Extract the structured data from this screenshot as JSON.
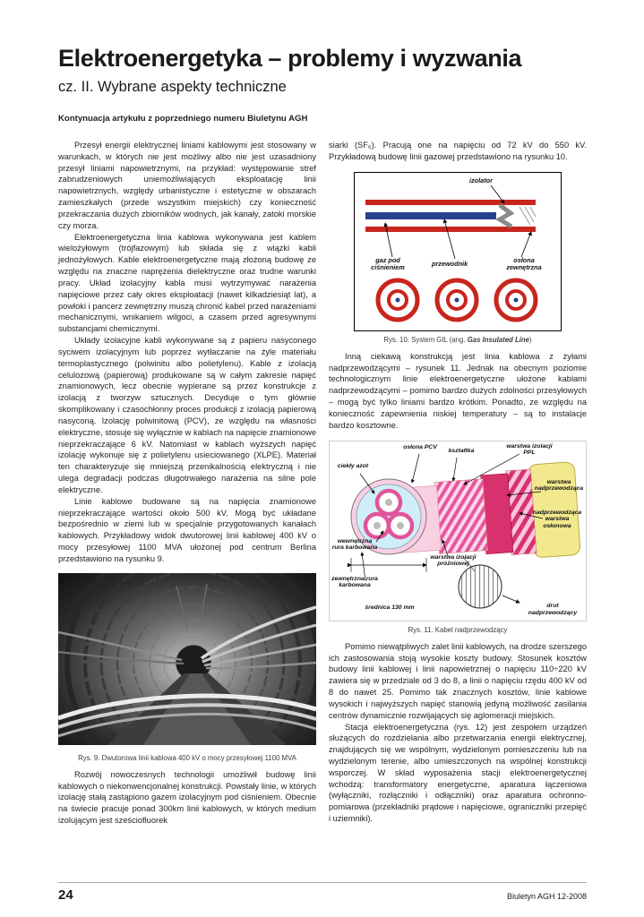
{
  "header": {
    "title": "Elektroenergetyka – problemy i wyzwania",
    "subtitle": "cz. II. Wybrane aspekty techniczne",
    "lead": "Kontynuacja artykułu z poprzedniego numeru Biuletynu AGH"
  },
  "left": {
    "para1": "Przesył energii elektrycznej liniami kablowymi jest stosowany w warunkach, w których nie jest możliwy albo nie jest uzasadniony przesył liniami napowietrznymi, na przykład: występowanie stref zabrudzeniowych uniemożliwiających eksploatację linii napowietrznych, względy urbanistyczne i estetyczne w obszarach zamieszkałych (przede wszystkim miejskich) czy konieczność przekraczania dużych zbiorników wodnych, jak kanały, zatoki morskie czy morza.",
    "para2": "Elektroenergetyczna linia kablowa wykonywana jest kablem wielożyłowym (trójfazowym) lub składa się z wiązki kabli jednożyłowych. Kable elektroenergetyczne mają złożoną budowę ze względu na znaczne naprężenia dielektryczne oraz trudne warunki pracy. Układ izolacyjny kabla musi wytrzymywać narażenia napięciowe przez cały okres eksploatacji (nawet kilkadziesiąt lat), a powłoki i pancerz zewnętrzny muszą chronić kabel przed narażeniami mechanicznymi, wnikaniem wilgoci, a czasem przed agresywnymi substancjami chemicznymi.",
    "para3": "Układy izolacyjne kabli wykonywane są z papieru nasyconego syciwem izolacyjnym lub poprzez wytłaczanie na żyle materiału termoplastycznego (polwinitu albo polietylenu). Kable z izolacją celulozową (papierową) produkowane są w całym zakresie napięć znamionowych, lecz obecnie wypierane są przez konstrukcje z izolacją z tworzyw sztucznych. Decyduje o tym głównie skomplikowany i czasochłonny proces produkcji z izolacją papierową nasyconą. Izolację polwinitową (PCV), ze względu na własności elektryczne, stosuje się wyłącznie w kablach na napięcie znamionowe nieprzekraczające 6 kV. Natomiast w kablach wyższych napięć izolację wykonuje się z polietylenu usieciowanego (XLPE). Materiał ten charakteryzuje się mniejszą przenikalnością elektryczną i nie ulega degradacji podczas długotrwałego narażenia na silne pole elektryczne.",
    "para4": "Linie kablowe budowane są na napięcia znamionowe nieprzekraczające wartości około 500 kV. Mogą być układane bezpośrednio w ziemi lub w specjalnie przygotowanych kanałach kablowych. Przykładowy widok dwutorowej linii kablowej 400 kV o mocy przesyłowej 1100 MVA ułożonej pod centrum Berlina przedstawiono na rysunku 9.",
    "fig9_caption": "Rys. 9. Dwutorowa linii kablowa 400 kV o mocy przesyłowej 1100 MVA",
    "para5": "Rozwój nowoczesnych technologii umożliwił budowę linii kablowych o niekonwencjonalnej konstrukcji. Powstały linie, w których izolację stałą zastąpiono gazem izolacyjnym pod ciśnieniem. Obecnie na świecie pracuje ponad 300km linii kablowych, w których medium izolującym jest sześciofluorek"
  },
  "right": {
    "para1": "siarki (SF₆). Pracują one na napięciu od 72 kV do 550 kV. Przykładową budowę linii gazowej przedstawiono na rysunku 10.",
    "fig10": {
      "label_izolator": "izolator",
      "label_gaz": "gaz pod ciśnieniem",
      "label_przewodnik": "przewodnik",
      "label_oslona": "osłona zewnętrzna",
      "caption_pre": "Rys. 10. System GIL (ang. ",
      "caption_em": "Gas Insulated Line",
      "caption_post": ")",
      "colors": {
        "enclosure_red": "#c8251d",
        "conductor_blue": "#27418f"
      }
    },
    "para2": "Inną ciekawą konstrukcją jest linia kablowa z żyłami nadprzewodzącymi – rysunek 11. Jednak na obecnym poziomie technologicznym linie elektroenergetyczne ułożone kablami nadprzewodzącymi – pomimo bardzo dużych zdolności przesyłowych – mogą być tylko liniami bardzo krótkim. Ponadto, ze względu na konieczność zapewnienia niskiej temperatury – są to instalacje bardzo kosztowne.",
    "fig11": {
      "labels": {
        "ciekly_azot": "ciekły azot",
        "oslona_pcv": "osłona PCV",
        "ksztaltka": "kształtka",
        "warstwa_ppl": "warstwa izolacji PPL",
        "warstwa_nadprzewodzaca": "warstwa nadprzewodząca",
        "nadprz_oslonowa": "nadprzewodząca warstwa osłonowa",
        "wewn_rura": "wewnętrzna rura karbowana",
        "warstwa_prozniowa": "warstwa izolacji próżniowej",
        "zewn_rura": "zewnętrzna rura karbowana",
        "srednica": "średnica 130 mm",
        "drut": "drut nadprzewodzący"
      },
      "caption": "Rys. 11. Kabel nadprzewodzący",
      "colors": {
        "sheath_yellow": "#f2e98f",
        "ppl_pink": "#e8559c",
        "nitrogen_cyan": "#cfeef8"
      }
    },
    "para3": "Pomimo niewątpliwych zalet linii kablowych, na drodze szerszego ich zastosowania stoją wysokie koszty budowy. Stosunek kosztów budowy linii kablowej i linii napowietrznej o napięciu 110÷220 kV zawiera się w przedziale od 3 do 8, a linii o napięciu rzędu 400 kV od 8 do nawet 25. Pomimo tak znacznych kosztów, linie kablowe wysokich i najwyższych napięć stanowią jedyną możliwość zasilania centrów dynamicznie rozwijających się aglomeracji miejskich.",
    "para4": "Stacja elektroenergetyczna (rys. 12) jest zespołem urządzeń służących do rozdzielania albo przetwarzania energii elektrycznej, znajdujących się we wspólnym, wydzielonym pomieszczeniu lub na wydzielonym terenie, albo umieszczonych na wspólnej konstrukcji wsporczej. W skład wyposażenia stacji elektroenergetycznej wchodzą: transformatory energetyczne, aparatura łączeniowa (wyłączniki, rozłączniki i odłączniki) oraz aparatura ochronno-pomiarowa (przekładniki prądowe i napięciowe, ograniczniki przepięć i uziemniki)."
  },
  "footer": {
    "page_number": "24",
    "journal": "Biuletyn AGH 12-2008"
  }
}
